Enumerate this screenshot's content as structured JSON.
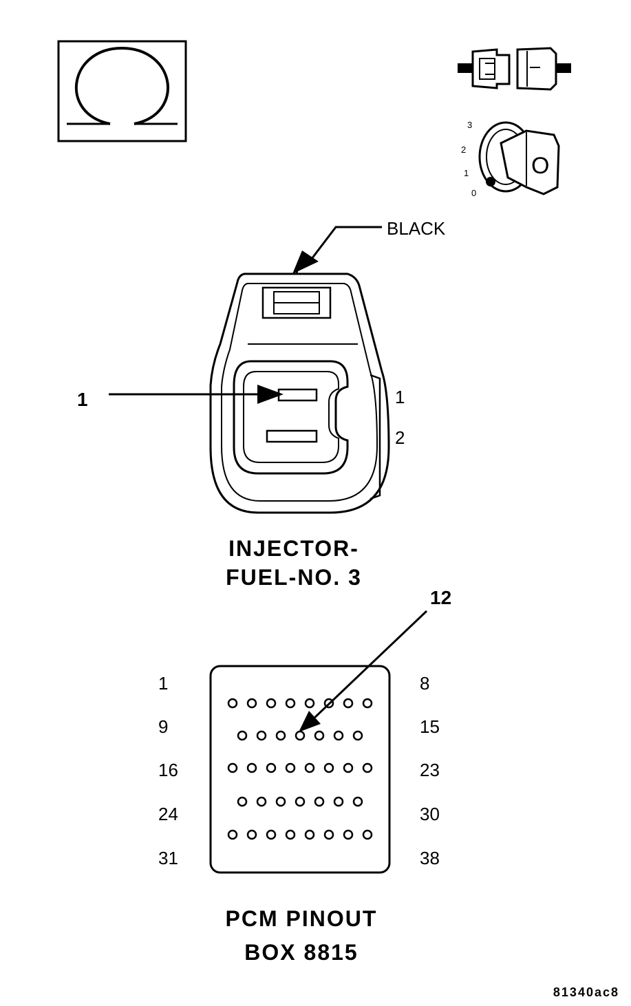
{
  "ohmmeter_symbol": "ohm-icon",
  "connection_icon": "connector-disconnect-icon",
  "ignition_icon": "ignition-key-icon",
  "ignition": {
    "positions": [
      "3",
      "2",
      "1",
      "0"
    ],
    "key_label": "O"
  },
  "injector_connector": {
    "color_label": "BLACK",
    "callout": "1",
    "pins": [
      "1",
      "2"
    ],
    "title_line1": "INJECTOR-",
    "title_line2": "FUEL-NO. 3"
  },
  "pcm_box": {
    "callout": "12",
    "left_labels": [
      "1",
      "9",
      "16",
      "24",
      "31"
    ],
    "right_labels": [
      "8",
      "15",
      "23",
      "30",
      "38"
    ],
    "row_pin_counts": [
      8,
      7,
      8,
      7,
      8
    ],
    "highlighted_pin": 12,
    "title_line1": "PCM PINOUT",
    "title_line2": "BOX 8815"
  },
  "figure_id": "81340ac8"
}
